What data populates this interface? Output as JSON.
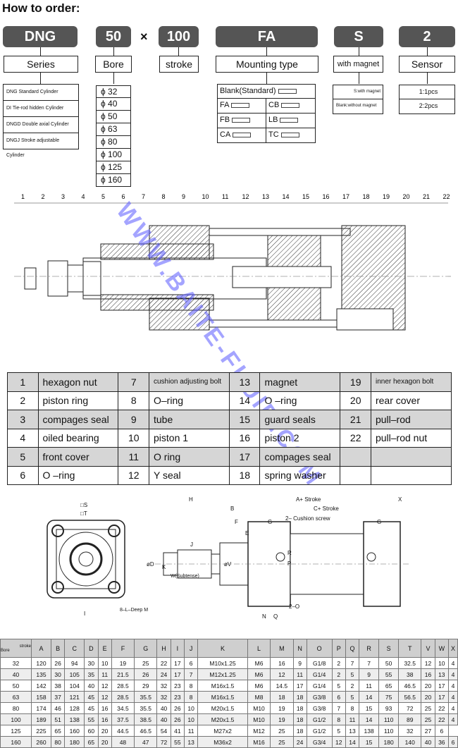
{
  "header": {
    "title": "How to order:"
  },
  "order_codes": [
    {
      "code": "DNG",
      "label": "Series"
    },
    {
      "code": "50",
      "label": "Bore"
    },
    {
      "code": "100",
      "label": "stroke"
    },
    {
      "code": "FA",
      "label": "Mounting type"
    },
    {
      "code": "S",
      "label": "with magnet"
    },
    {
      "code": "2",
      "label": "Sensor"
    }
  ],
  "times_sign": "×",
  "series_options": [
    "DNG  Standard Cylinder",
    "DI  Tie-rod hidden Cylinder",
    "DNGD  Double axial Cylinder",
    "DNGJ  Stroke adjustable Cylinder"
  ],
  "bore_options": [
    "ϕ 32",
    "ϕ 40",
    "ϕ 50",
    "ϕ 63",
    "ϕ 80",
    "ϕ 100",
    "ϕ 125",
    "ϕ 160"
  ],
  "mounting": {
    "standard": "Blank(Standard)",
    "codes": [
      "FA",
      "CB",
      "FB",
      "LB",
      "CA",
      "TC"
    ]
  },
  "magnet_options": [
    "S:with magnet",
    "Blank:without magnet"
  ],
  "sensor_options": [
    "1:1pcs",
    "2:2pcs"
  ],
  "diagram_numbers": [
    "1",
    "2",
    "3",
    "4",
    "5",
    "6",
    "7",
    "8",
    "9",
    "10",
    "11",
    "12",
    "13",
    "14",
    "15",
    "16",
    "17",
    "18",
    "19",
    "20",
    "21",
    "22"
  ],
  "watermark": "WWW.BAITE-FLUID.COM",
  "parts": [
    [
      {
        "n": "1",
        "name": "hexagon nut"
      },
      {
        "n": "7",
        "name": "cushion adjusting bolt"
      },
      {
        "n": "13",
        "name": "magnet"
      },
      {
        "n": "19",
        "name": "inner hexagon bolt"
      }
    ],
    [
      {
        "n": "2",
        "name": "piston ring"
      },
      {
        "n": "8",
        "name": "O–ring"
      },
      {
        "n": "14",
        "name": "O –ring"
      },
      {
        "n": "20",
        "name": "rear cover"
      }
    ],
    [
      {
        "n": "3",
        "name": "compages seal"
      },
      {
        "n": "9",
        "name": "tube"
      },
      {
        "n": "15",
        "name": "guard seals"
      },
      {
        "n": "21",
        "name": "pull–rod"
      }
    ],
    [
      {
        "n": "4",
        "name": "oiled bearing"
      },
      {
        "n": "10",
        "name": "piston 1"
      },
      {
        "n": "16",
        "name": "piston 2"
      },
      {
        "n": "22",
        "name": "pull–rod nut"
      }
    ],
    [
      {
        "n": "5",
        "name": "front cover"
      },
      {
        "n": "11",
        "name": "O ring"
      },
      {
        "n": "17",
        "name": "compages seal"
      },
      {
        "n": "",
        "name": ""
      }
    ],
    [
      {
        "n": "6",
        "name": "O –ring"
      },
      {
        "n": "12",
        "name": "Y  seal"
      },
      {
        "n": "18",
        "name": "spring washer"
      },
      {
        "n": "",
        "name": ""
      }
    ]
  ],
  "dimension_labels": {
    "s": "□S",
    "t": "□T",
    "deep": "8–L–Deep M",
    "h": "H",
    "a_stroke": "A+ Stroke",
    "c_stroke": "C+ Stroke",
    "b": "B",
    "f": "F",
    "e": "E",
    "g": "G",
    "cushion": "2– Cushion screw",
    "w": "W(Subtense)",
    "two_o": "2–O",
    "x": "X",
    "i": "I",
    "j": "J",
    "k": "K",
    "d": "øD",
    "v": "øV",
    "n": "N",
    "q": "Q",
    "p": "P",
    "r": "R"
  },
  "dim_table": {
    "corner_top": "stroke",
    "corner_bottom": "Bore",
    "headers": [
      "A",
      "B",
      "C",
      "D",
      "E",
      "F",
      "G",
      "H",
      "I",
      "J",
      "K",
      "L",
      "M",
      "N",
      "O",
      "P",
      "Q",
      "R",
      "S",
      "T",
      "V",
      "W",
      "X"
    ],
    "rows": [
      [
        "32",
        "120",
        "26",
        "94",
        "30",
        "10",
        "19",
        "25",
        "22",
        "17",
        "6",
        "M10x1.25",
        "M6",
        "16",
        "9",
        "G1/8",
        "2",
        "7",
        "7",
        "50",
        "32.5",
        "12",
        "10",
        "4"
      ],
      [
        "40",
        "135",
        "30",
        "105",
        "35",
        "11",
        "21.5",
        "26",
        "24",
        "17",
        "7",
        "M12x1.25",
        "M6",
        "12",
        "11",
        "G1/4",
        "2",
        "5",
        "9",
        "55",
        "38",
        "16",
        "13",
        "4"
      ],
      [
        "50",
        "142",
        "38",
        "104",
        "40",
        "12",
        "28.5",
        "29",
        "32",
        "23",
        "8",
        "M16x1.5",
        "M6",
        "14.5",
        "17",
        "G1/4",
        "5",
        "2",
        "11",
        "65",
        "46.5",
        "20",
        "17",
        "4"
      ],
      [
        "63",
        "158",
        "37",
        "121",
        "45",
        "12",
        "28.5",
        "35.5",
        "32",
        "23",
        "8",
        "M16x1.5",
        "M8",
        "18",
        "18",
        "G3/8",
        "6",
        "5",
        "14",
        "75",
        "56.5",
        "20",
        "17",
        "4"
      ],
      [
        "80",
        "174",
        "46",
        "128",
        "45",
        "16",
        "34.5",
        "35.5",
        "40",
        "26",
        "10",
        "M20x1.5",
        "M10",
        "19",
        "18",
        "G3/8",
        "7",
        "8",
        "15",
        "93",
        "72",
        "25",
        "22",
        "4"
      ],
      [
        "100",
        "189",
        "51",
        "138",
        "55",
        "16",
        "37.5",
        "38.5",
        "40",
        "26",
        "10",
        "M20x1.5",
        "M10",
        "19",
        "18",
        "G1/2",
        "8",
        "11",
        "14",
        "110",
        "89",
        "25",
        "22",
        "4"
      ],
      [
        "125",
        "225",
        "65",
        "160",
        "60",
        "20",
        "44.5",
        "46.5",
        "54",
        "41",
        "11",
        "M27x2",
        "M12",
        "25",
        "18",
        "G1/2",
        "5",
        "13",
        "138",
        "110",
        "32",
        "27",
        "6"
      ],
      [
        "160",
        "260",
        "80",
        "180",
        "65",
        "20",
        "48",
        "47",
        "72",
        "55",
        "13",
        "M36x2",
        "M16",
        "25",
        "24",
        "G3/4",
        "12",
        "14",
        "15",
        "180",
        "140",
        "40",
        "36",
        "6"
      ]
    ]
  }
}
